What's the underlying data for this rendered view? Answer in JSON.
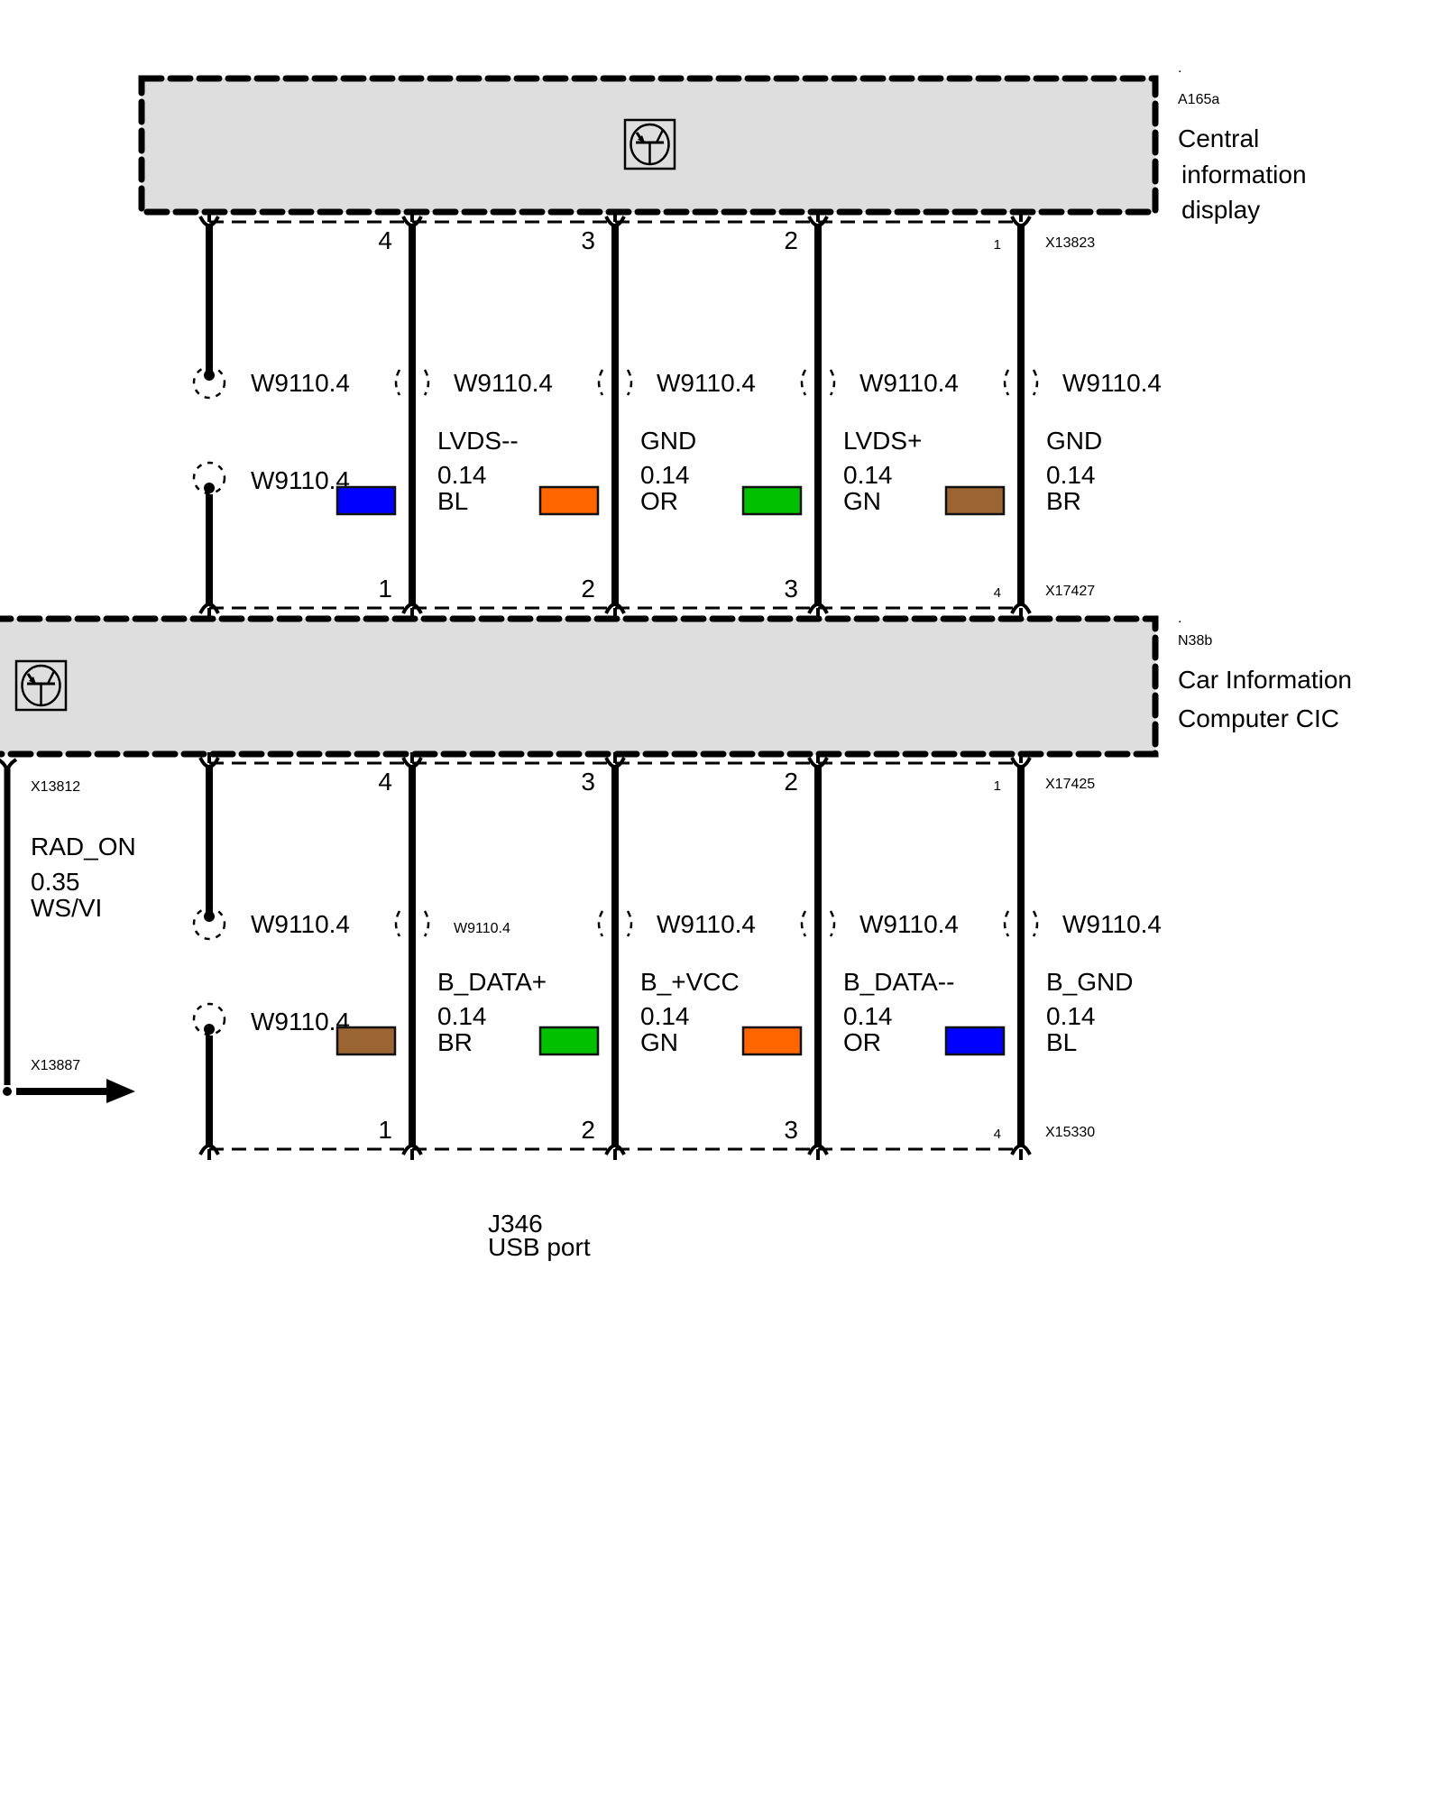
{
  "components": {
    "display": {
      "id": "A165a",
      "name_lines": [
        "Central",
        "information",
        "display"
      ],
      "icon": "transistor-control-unit-icon"
    },
    "cic": {
      "id": "N38b",
      "name_lines": [
        "Car Information",
        "Computer CIC"
      ],
      "icon": "transistor-control-unit-icon"
    },
    "usb": {
      "id": "J346",
      "name": "USB port"
    }
  },
  "upper_harness": {
    "top_connector": "X13823",
    "bottom_connector": "X17427",
    "top_pins": [
      "4",
      "3",
      "2",
      "1"
    ],
    "bottom_pins": [
      "1",
      "2",
      "3",
      "4"
    ],
    "splice_labels": [
      "W9110.4",
      "W9110.4",
      "W9110.4",
      "W9110.4",
      "W9110.4"
    ],
    "lower_splice_label": "W9110.4",
    "wires": [
      {
        "signal": "LVDS--",
        "size": "0.14",
        "color_code": "BL",
        "swatch": "#0000ff"
      },
      {
        "signal": "GND",
        "size": "0.14",
        "color_code": "OR",
        "swatch": "#ff6600"
      },
      {
        "signal": "LVDS+",
        "size": "0.14",
        "color_code": "GN",
        "swatch": "#00c000"
      },
      {
        "signal": "GND",
        "size": "0.14",
        "color_code": "BR",
        "swatch": "#9b6433"
      }
    ],
    "swatches_left": [
      "#0000ff",
      "#ff6600",
      "#00c000",
      "#9b6433"
    ]
  },
  "lower_harness": {
    "top_connector": "X17425",
    "bottom_connector": "X15330",
    "left_connector": "X13812",
    "arrow_connector": "X13887",
    "left_wire": {
      "signal": "RAD_ON",
      "size": "0.35",
      "color_code": "WS/VI"
    },
    "top_pins": [
      "4",
      "3",
      "2",
      "1"
    ],
    "bottom_pins": [
      "1",
      "2",
      "3",
      "4"
    ],
    "splice_labels": [
      "W9110.4",
      "W9110.4",
      "W9110.4",
      "W9110.4",
      "W9110.4"
    ],
    "lower_splice_label": "W9110.4",
    "wires": [
      {
        "signal": "B_DATA+",
        "size": "0.14",
        "color_code": "BR",
        "swatch": "#00c000"
      },
      {
        "signal": "B_+VCC",
        "size": "0.14",
        "color_code": "GN",
        "swatch": "#ff6600"
      },
      {
        "signal": "B_DATA--",
        "size": "0.14",
        "color_code": "OR",
        "swatch": "#0000ff"
      },
      {
        "signal": "B_GND",
        "size": "0.14",
        "color_code": "BL",
        "swatch": null
      }
    ],
    "swatches_left": [
      "#9b6433",
      "#00c000",
      "#ff6600",
      "#0000ff"
    ]
  },
  "colors": {
    "box_fill": "#dedede",
    "line": "#000000"
  }
}
